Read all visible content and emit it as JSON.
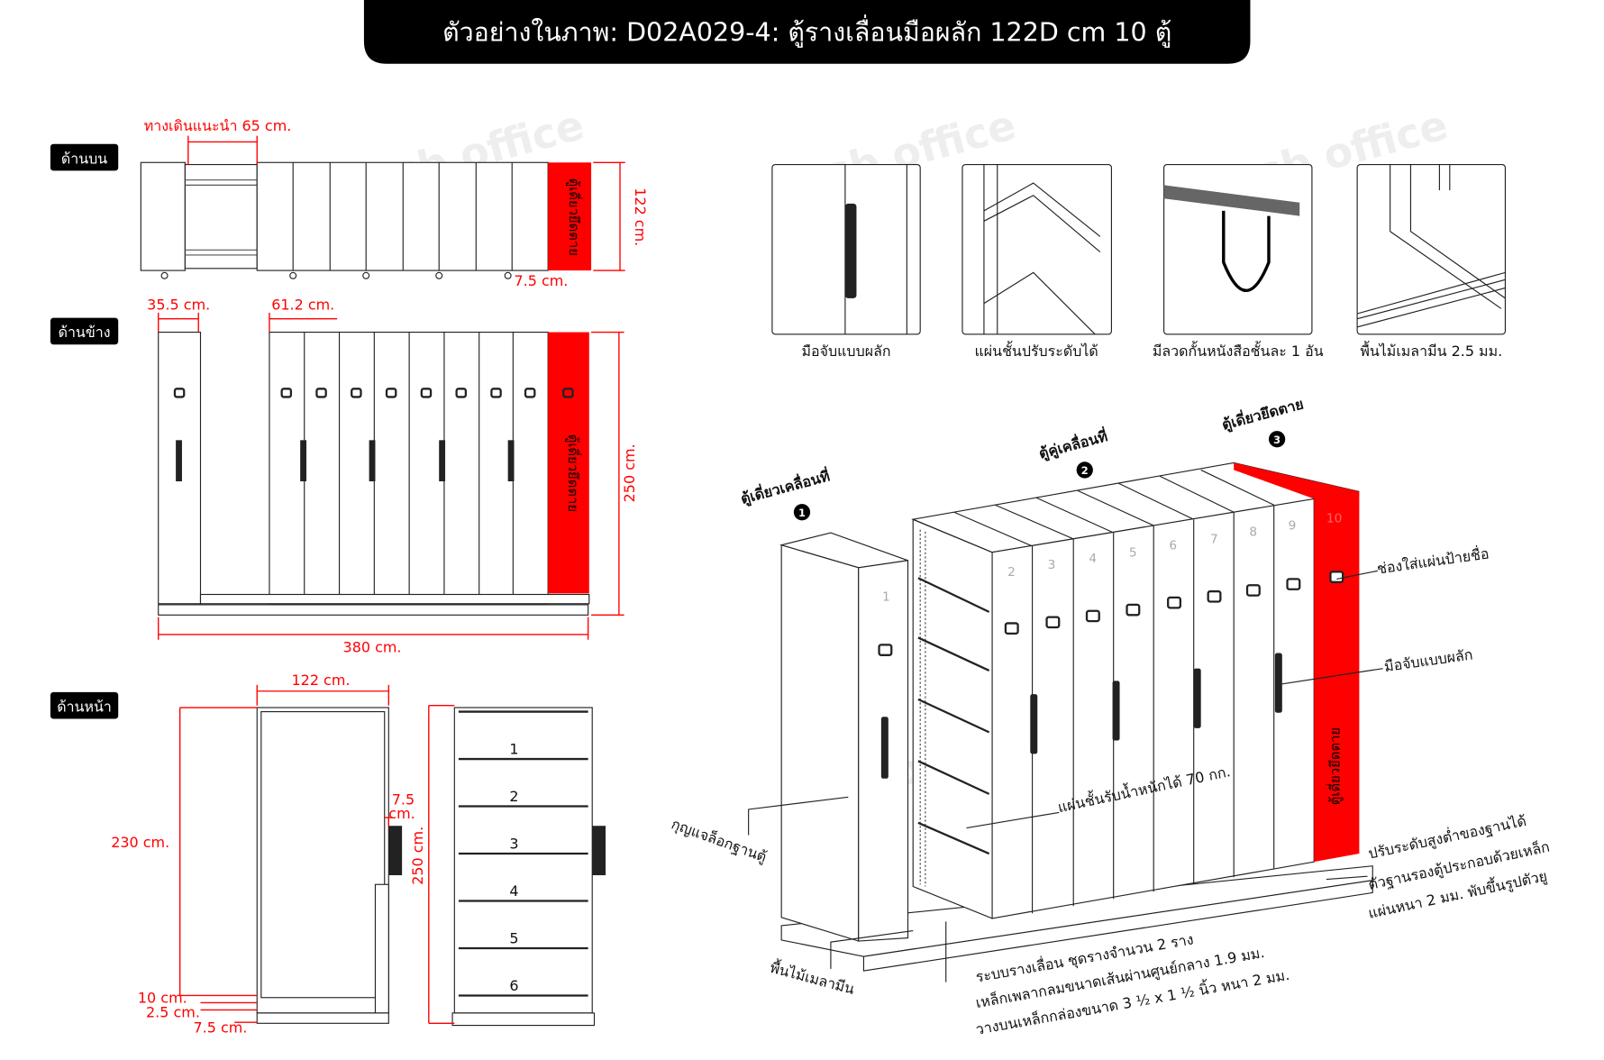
{
  "title": "ตัวอย่างในภาพ: D02A029-4: ตู้รางเลื่อนมือผลัก 122D cm 10 ตู้",
  "watermark": "nsb office",
  "colors": {
    "accent": "#ff0000",
    "title_bg": "#000000"
  },
  "top_view": {
    "label": "ด้านบน",
    "walkway": "ทางเดินแนะนำ 65 cm.",
    "depth": "122 cm.",
    "base_offset": "7.5 cm.",
    "fixed_label": "ตู้เดี่ยวยึดตาย"
  },
  "side_view": {
    "label": "ด้านข้าง",
    "single_width": "35.5 cm.",
    "double_width": "61.2 cm.",
    "height": "250 cm.",
    "total_length": "380 cm.",
    "fixed_label": "ตู้เดี่ยวยึดตาย"
  },
  "front_view": {
    "label": "ด้านหน้า",
    "width": "122 cm.",
    "body_height": "230 cm.",
    "handle_offset": "7.5",
    "handle_offset_unit": "cm.",
    "base_10": "10 cm.",
    "base_25": "2.5 cm.",
    "base_75": "7.5 cm.",
    "total_height": "250 cm.",
    "shelves": [
      "1",
      "2",
      "3",
      "4",
      "5",
      "6"
    ]
  },
  "details": [
    {
      "caption": "มือจับแบบผลัก"
    },
    {
      "caption": "แผ่นชั้นปรับระดับได้"
    },
    {
      "caption": "มีลวดกั้นหนังสือชั้นละ 1 อัน"
    },
    {
      "caption": "พื้นไม้เมลามีน 2.5 มม."
    }
  ],
  "iso": {
    "group1": {
      "label": "ตู้เดี่ยวเคลื่อนที่",
      "marker": "1"
    },
    "group2": {
      "label": "ตู้คู่เคลื่อนที่",
      "marker": "2"
    },
    "group3": {
      "label": "ตู้เดี่ยวยึดตาย",
      "marker": "3"
    },
    "cabinet_numbers": [
      "1",
      "2",
      "3",
      "4",
      "5",
      "6",
      "7",
      "8",
      "9",
      "10"
    ],
    "fixed_label": "ตู้เดี่ยวยึดตาย",
    "callouts": {
      "name_slot": "ช่องใส่แผ่นป้ายชื่อ",
      "handle": "มือจับแบบผลัก",
      "shelf_load": "แผ่นชั้นรับน้ำหนักได้ 70 กก.",
      "base_lock": "กุญแจล็อกฐานตู้",
      "adjust_1": "ปรับระดับสูงต่ำของฐานได้",
      "adjust_2": "ตัวฐานรองตู้ประกอบด้วยเหล็ก",
      "adjust_3": "แผ่นหนา 2 มม. พับขึ้นรูปตัวยู",
      "floor": "พื้นไม้เมลามีน",
      "rail_1": "ระบบรางเลื่อน ชุดรางจำนวน 2 ราง",
      "rail_2": "เหล็กเพลากลมขนาดเส้นผ่านศูนย์กลาง 1.9 มม.",
      "rail_3": "วางบนเหล็กกล่องขนาด 3 ½ x 1 ½ นิ้ว หนา 2 มม."
    }
  }
}
